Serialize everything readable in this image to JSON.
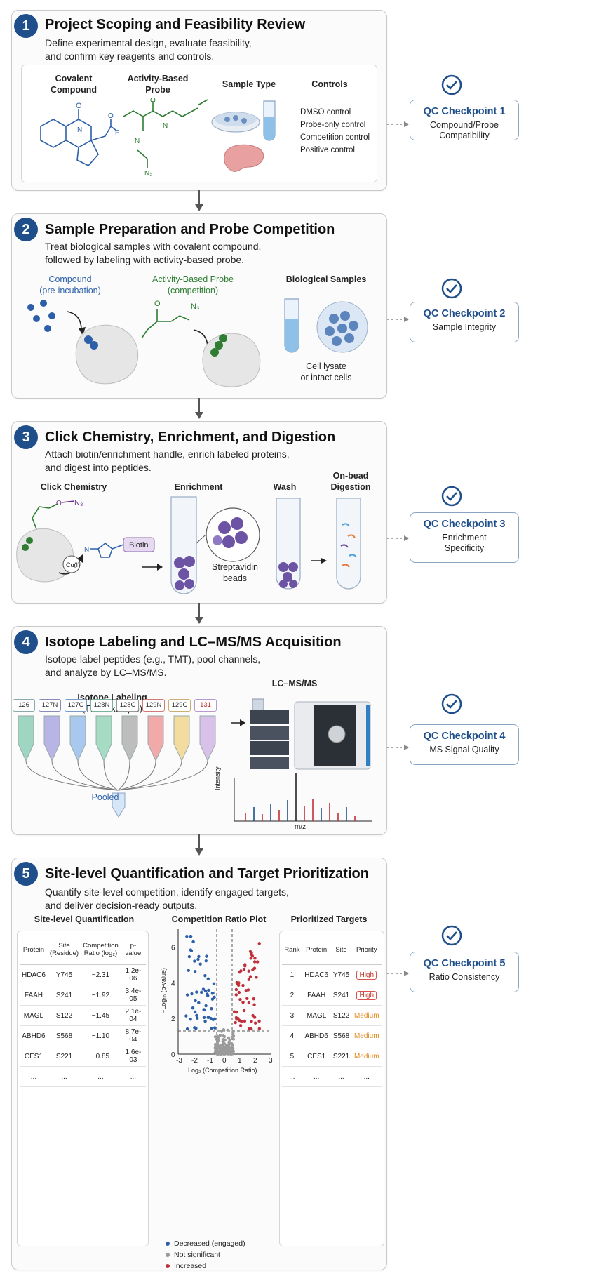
{
  "stages": [
    {
      "number": "1",
      "title": "Project Scoping and Feasibility Review",
      "desc": "Define experimental design, evaluate feasibility,\nand confirm key reagents and controls.",
      "labels": {
        "covalent": "Covalent\nCompound",
        "abp": "Activity-Based\nProbe",
        "sample_type": "Sample Type",
        "controls": "Controls"
      },
      "controls": [
        "DMSO control",
        "Probe-only control",
        "Competition control",
        "Positive control"
      ],
      "qc_title": "QC Checkpoint 1",
      "qc_sub": "Compound/Probe\nCompatibility"
    },
    {
      "number": "2",
      "title": "Sample Preparation and Probe Competition",
      "desc": "Treat biological samples with covalent compound,\nfollowed by labeling with activity-based probe.",
      "labels": {
        "compound": "Compound\n(pre-incubation)",
        "abp": "Activity-Based Probe\n(competition)",
        "bio": "Biological Samples",
        "cell": "Cell lysate\nor intact cells"
      },
      "qc_title": "QC Checkpoint 2",
      "qc_sub": "Sample Integrity"
    },
    {
      "number": "3",
      "title": "Click Chemistry, Enrichment, and Digestion",
      "desc": "Attach biotin/enrichment handle, enrich labeled proteins,\nand digest into peptides.",
      "labels": {
        "click": "Click Chemistry",
        "enrich": "Enrichment",
        "wash": "Wash",
        "digest": "On-bead\nDigestion",
        "cu": "Cu(I)",
        "biotin": "Biotin",
        "strep": "Streptavidin\nbeads"
      },
      "qc_title": "QC Checkpoint 3",
      "qc_sub": "Enrichment\nSpecificity"
    },
    {
      "number": "4",
      "title": "Isotope Labeling and LC–MS/MS Acquisition",
      "desc": "Isotope label peptides (e.g., TMT), pool channels,\nand analyze by LC–MS/MS.",
      "labels": {
        "iso": "Isotope Labeling",
        "iso_ex": "(TMT Example)",
        "lcms": "LC–MS/MS",
        "pooled": "Pooled",
        "intensity": "Intensity",
        "mz": "m/z"
      },
      "channels": [
        "126",
        "127N",
        "127C",
        "128N",
        "128C",
        "129N",
        "129C",
        "131"
      ],
      "qc_title": "QC Checkpoint 4",
      "qc_sub": "MS Signal Quality"
    },
    {
      "number": "5",
      "title": "Site-level Quantification and Target Prioritization",
      "desc": "Quantify site-level competition, identify engaged targets,\nand deliver decision-ready outputs.",
      "labels": {
        "quant": "Site-level Quantification",
        "plot": "Competition Ratio Plot",
        "prior": "Prioritized Targets"
      },
      "qc_title": "QC Checkpoint 5",
      "qc_sub": "Ratio Consistency"
    }
  ],
  "quant_table": {
    "headers": [
      "Protein",
      "Site\n(Residue)",
      "Competition\nRatio (log₂)",
      "p-value"
    ],
    "rows": [
      [
        "HDAC6",
        "Y745",
        "−2.31",
        "1.2e-06"
      ],
      [
        "FAAH",
        "S241",
        "−1.92",
        "3.4e-05"
      ],
      [
        "MAGL",
        "S122",
        "−1.45",
        "2.1e-04"
      ],
      [
        "ABHD6",
        "S568",
        "−1.10",
        "8.7e-04"
      ],
      [
        "CES1",
        "S221",
        "−0.85",
        "1.6e-03"
      ],
      [
        "...",
        "...",
        "...",
        "..."
      ]
    ]
  },
  "prior_table": {
    "headers": [
      "Rank",
      "Protein",
      "Site",
      "Priority"
    ],
    "rows": [
      [
        "1",
        "HDAC6",
        "Y745",
        "High"
      ],
      [
        "2",
        "FAAH",
        "S241",
        "High"
      ],
      [
        "3",
        "MAGL",
        "S122",
        "Medium"
      ],
      [
        "4",
        "ABHD6",
        "S568",
        "Medium"
      ],
      [
        "5",
        "CES1",
        "S221",
        "Medium"
      ],
      [
        "...",
        "...",
        "...",
        "..."
      ]
    ]
  },
  "volcano": {
    "ylabel": "−Log₁₀ (p-value)",
    "xlabel": "Log₂ (Competition Ratio)",
    "xticks": [
      "-3",
      "-2",
      "-1",
      "0",
      "1",
      "2",
      "3"
    ],
    "yticks": [
      "0",
      "2",
      "4",
      "6"
    ],
    "legend": [
      "Decreased (engaged)",
      "Not significant",
      "Increased"
    ],
    "colors": {
      "decreased": "#2c5fa8",
      "ns": "#9a9a9a",
      "increased": "#c0303a"
    }
  },
  "colors": {
    "accent": "#1f4f8a",
    "compound_blue": "#2c5fa8",
    "probe_green": "#2e7d32"
  }
}
